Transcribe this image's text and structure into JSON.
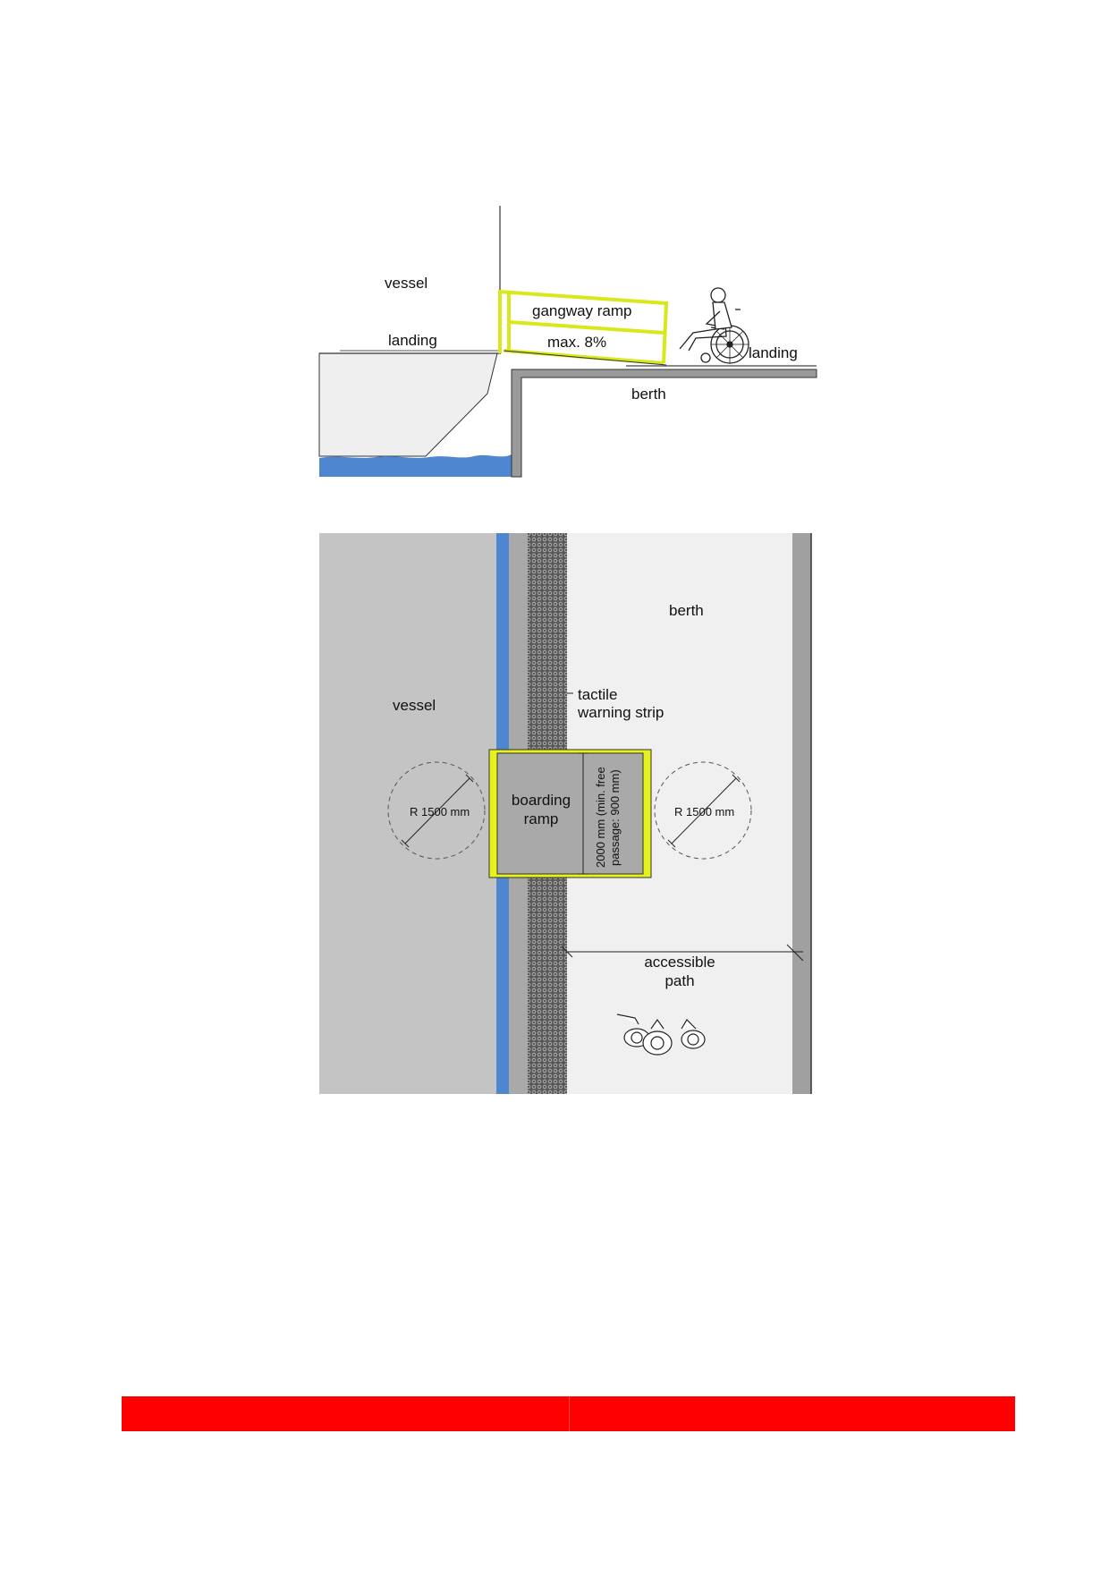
{
  "section": {
    "vessel": "vessel",
    "landing_left": "landing",
    "gangway": "gangway ramp",
    "slope": "max. 8%",
    "landing_right": "landing",
    "berth": "berth"
  },
  "plan": {
    "berth": "berth",
    "vessel": "vessel",
    "tactile_line1": "tactile",
    "tactile_line2": "warning strip",
    "radius_left": "R 1500 mm",
    "radius_right": "R 1500 mm",
    "ramp_line1": "boarding",
    "ramp_line2": "ramp",
    "width_line1": "2000 mm (min. free",
    "width_line2": "passage: 900 mm)",
    "path_line1": "accessible",
    "path_line2": "path"
  },
  "colors": {
    "water": "#4f86d0",
    "ramp_frame": "#e6f21c",
    "vessel_fill": "#c4c4c4",
    "berth_fill": "#f0f0f0",
    "tactile_fill": "#5a5a5a",
    "footer_bar": "#ff0000"
  },
  "icons": [
    "wheelchair-user-icon",
    "pedestrians-icon"
  ]
}
